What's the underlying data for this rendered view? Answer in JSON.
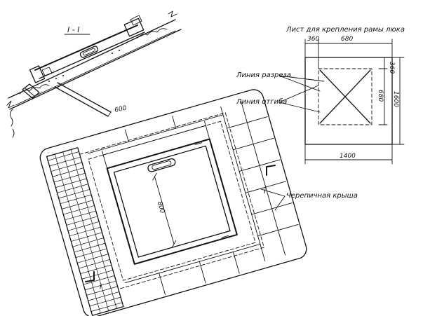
{
  "section_mark": "I - I",
  "section_cut_mark": "I",
  "section_dim": "600",
  "sheet_title": "Лист для крепления рамы люка",
  "label_cut_line": "Линия разреза",
  "label_bend_line": "Линия отгиба",
  "label_tile_roof": "Черепичная крыша",
  "sheet_dims": {
    "top_left": "360",
    "top_right": "680",
    "right_top": "360",
    "right_mid": "680",
    "right_total": "1600",
    "bottom_total": "1400"
  },
  "hatch_dim": "800"
}
